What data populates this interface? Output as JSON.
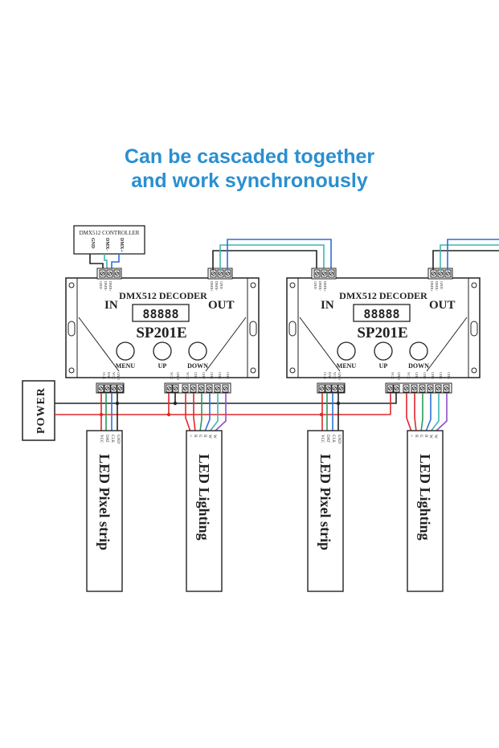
{
  "headline": {
    "line1": "Can be cascaded together",
    "line2": "and work synchronously"
  },
  "controller": {
    "title": "DMX512 CONTROLLER",
    "pins": [
      "GND",
      "DMX-",
      "DMX+"
    ]
  },
  "power_label": "POWER",
  "decoders": [
    {
      "title": "DMX512 DECODER",
      "model": "SP201E",
      "in_label": "IN",
      "out_label": "OUT",
      "display": "88888",
      "buttons": [
        "MENU",
        "UP",
        "DOWN"
      ],
      "in_port_pins": [
        "GND",
        "DMX-",
        "DMX+"
      ],
      "out_port_pins": [
        "DMX+",
        "DMX-",
        "GND"
      ],
      "spi_pins": [
        "CLK",
        "DAT",
        "VCC",
        "GND"
      ],
      "pwm_pins": [
        "VCC",
        "GND",
        "VCC",
        "CH1",
        "CH2",
        "CH3",
        "CH4",
        "CH5"
      ]
    },
    {
      "title": "DMX512 DECODER",
      "model": "SP201E",
      "in_label": "IN",
      "out_label": "OUT",
      "display": "88888",
      "buttons": [
        "MENU",
        "UP",
        "DOWN"
      ],
      "in_port_pins": [
        "GND",
        "DMX-",
        "DMX+"
      ],
      "out_port_pins": [
        "DMX+",
        "DMX-",
        "GND"
      ],
      "spi_pins": [
        "CLK",
        "DAT",
        "VCC",
        "GND"
      ],
      "pwm_pins": [
        "VCC",
        "GND",
        "VCC",
        "CH1",
        "CH2",
        "CH3",
        "CH4",
        "CH5"
      ]
    }
  ],
  "strips": [
    {
      "label": "LED Pixel strip",
      "pins": [
        "GND",
        "CLK",
        "DAT",
        "VCC"
      ]
    },
    {
      "label": "LED Lighting",
      "pins": [
        "+",
        "R",
        "G",
        "B",
        "W",
        "W"
      ]
    },
    {
      "label": "LED Pixel strip",
      "pins": [
        "GND",
        "CLK",
        "DAT",
        "VCC"
      ]
    },
    {
      "label": "LED Lighting",
      "pins": [
        "+",
        "R",
        "G",
        "B",
        "W",
        "W"
      ]
    }
  ],
  "colors": {
    "headline": "#2b8fd0",
    "line": "#222222",
    "wire_red": "#e0262c",
    "wire_green": "#2a9a5a",
    "wire_blue": "#2f6fd8",
    "wire_teal": "#3fb5b0",
    "wire_purple": "#8a4fc8"
  }
}
